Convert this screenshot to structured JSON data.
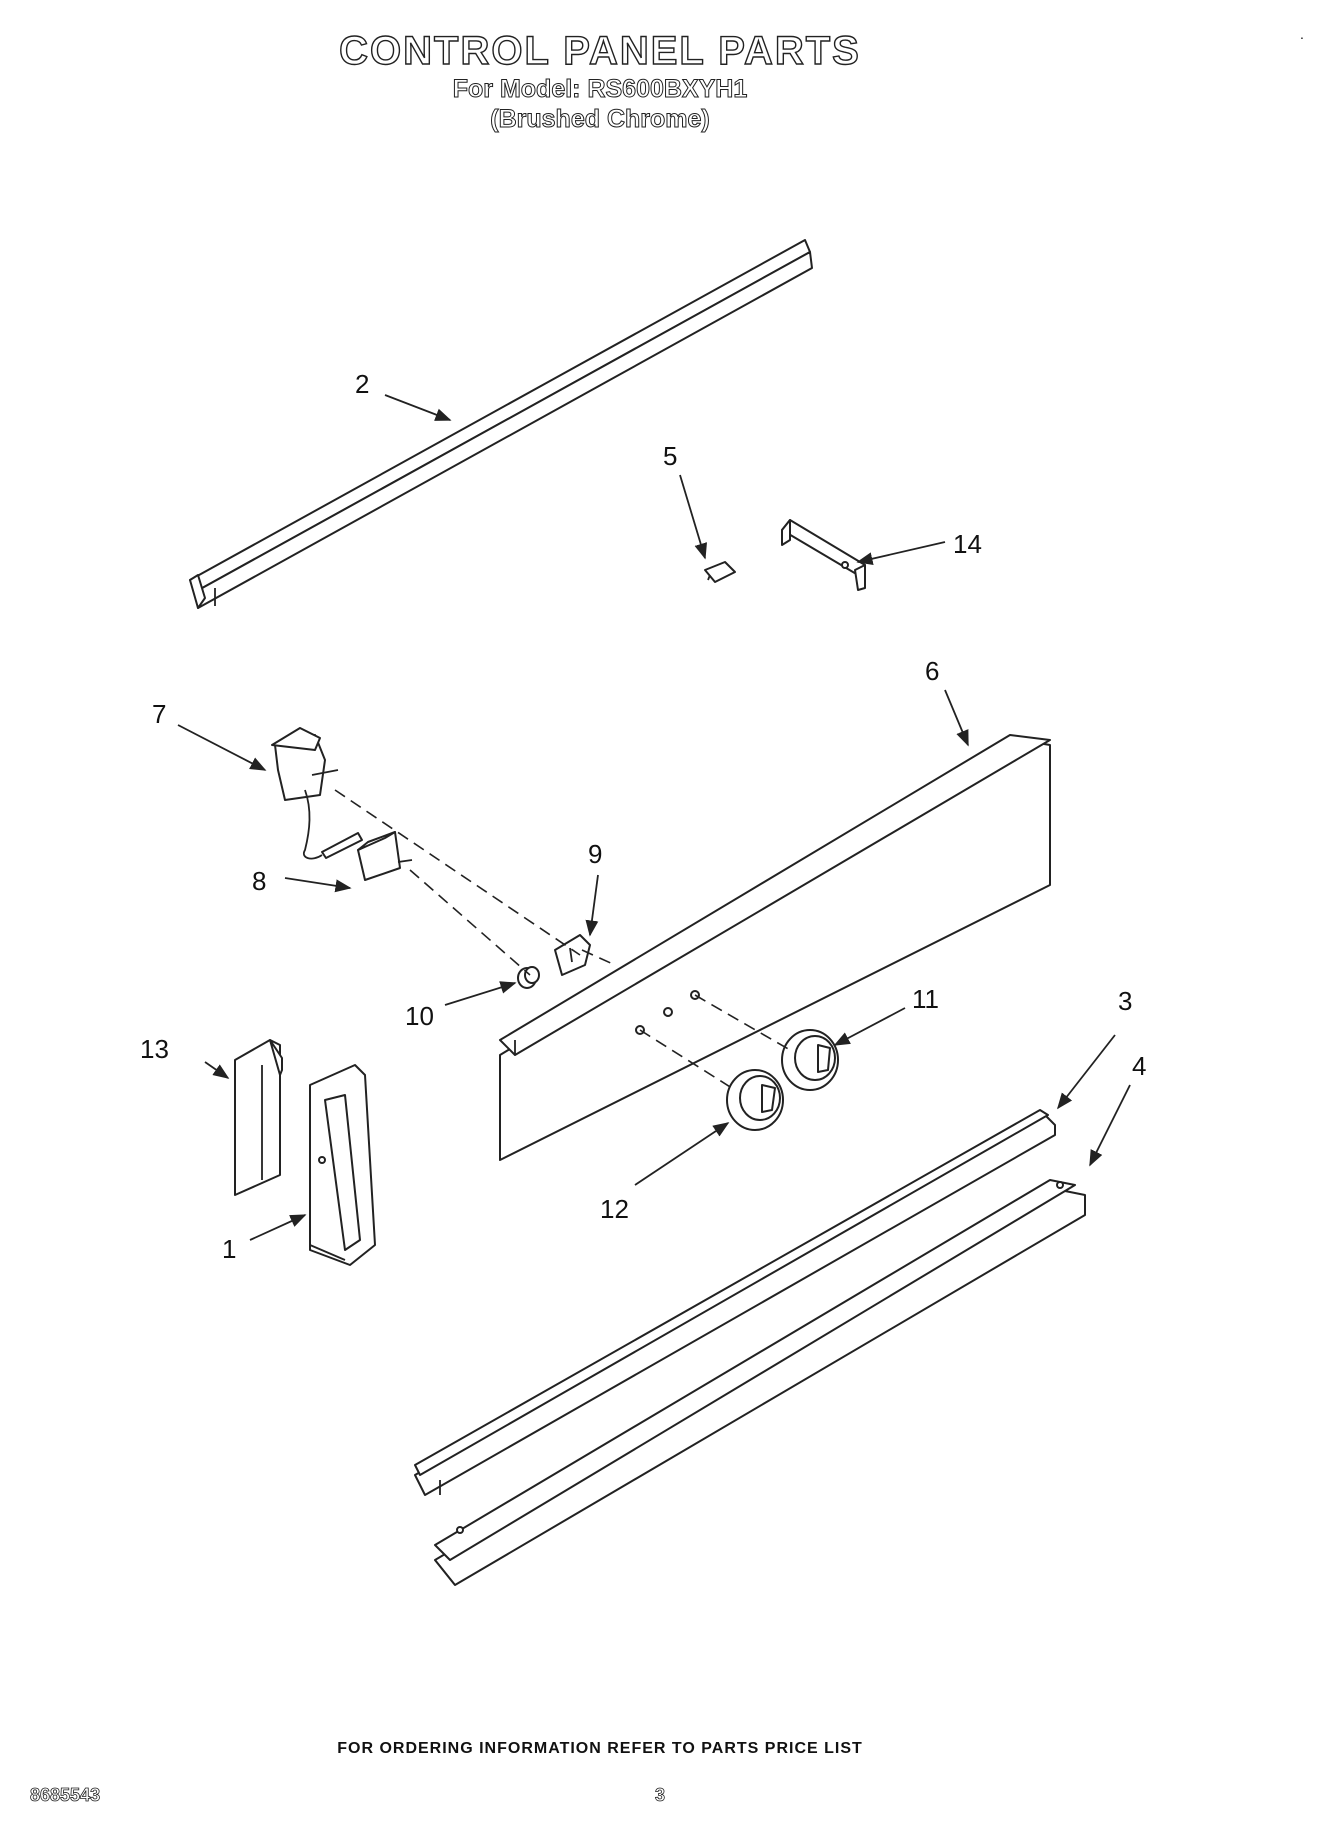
{
  "header": {
    "title": "CONTROL PANEL PARTS",
    "model_line": "For Model: RS600BXYH1",
    "finish_line": "(Brushed Chrome)"
  },
  "callouts": [
    "1",
    "2",
    "3",
    "4",
    "5",
    "6",
    "7",
    "8",
    "9",
    "10",
    "11",
    "12",
    "13",
    "14"
  ],
  "footer": {
    "ordering_note": "FOR ORDERING INFORMATION REFER TO PARTS PRICE LIST",
    "doc_number": "8685543",
    "page_number": "3"
  },
  "corner_mark": "."
}
